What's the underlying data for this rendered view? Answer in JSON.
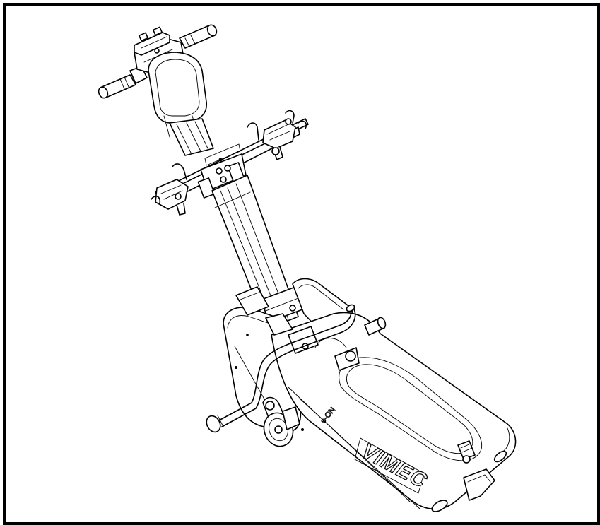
{
  "figure": {
    "subject": "stair-climber-device-line-drawing",
    "brand_logo": "VIMEC",
    "model_badge": "e-ON",
    "stroke_color": "#000000",
    "background_color": "#ffffff"
  }
}
